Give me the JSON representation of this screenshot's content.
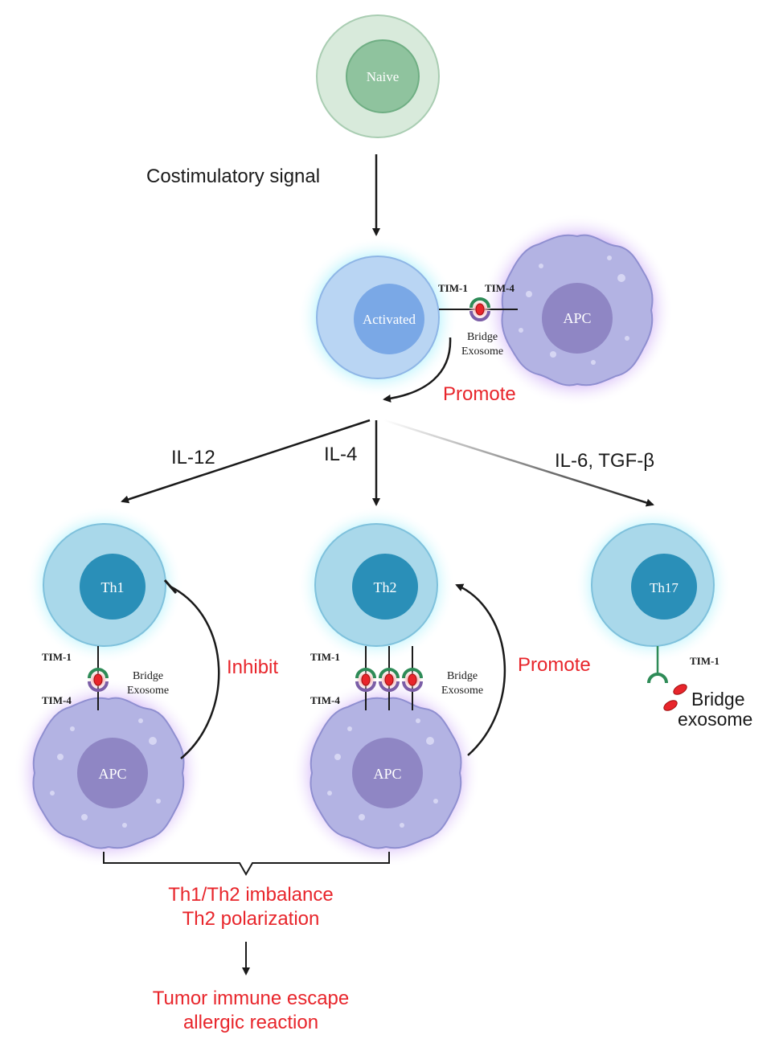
{
  "cells": {
    "naive": "Naive",
    "activated": "Activated",
    "apc": "APC",
    "th1": "Th1",
    "th2": "Th2",
    "th17": "Th17"
  },
  "labels": {
    "costimulatory": "Costimulatory signal",
    "tim1": "TIM-1",
    "tim4": "TIM-4",
    "bridge": "Bridge",
    "exosome": "Exosome",
    "promote": "Promote",
    "inhibit": "Inhibit",
    "il12": "IL-12",
    "il4": "IL-4",
    "il6_tgfb": "IL-6, TGF-β",
    "bridge_exosome_th17_line1": "Bridge",
    "bridge_exosome_th17_line2": "exosome"
  },
  "outcomes": {
    "imbalance_line1": "Th1/Th2 imbalance",
    "imbalance_line2": "Th2 polarization",
    "result_line1": "Tumor immune escape",
    "result_line2": "allergic reaction"
  },
  "colors": {
    "naive_outer": "#d8eadb",
    "naive_inner": "#8fc39e",
    "tcell_outer": "#a9d8ea",
    "tcell_inner": "#2a8fb8",
    "activated_outer": "#b9d5f3",
    "activated_inner": "#7aa8e6",
    "apc_body": "#b3b3e3",
    "apc_nucleus": "#8f86c4",
    "cyan_glow": "#bff3fb",
    "purple_glow": "#c9a6f5",
    "accent_red": "#e8252b",
    "tim1_green": "#2e8b57",
    "tim4_purple": "#7b5ea7"
  }
}
